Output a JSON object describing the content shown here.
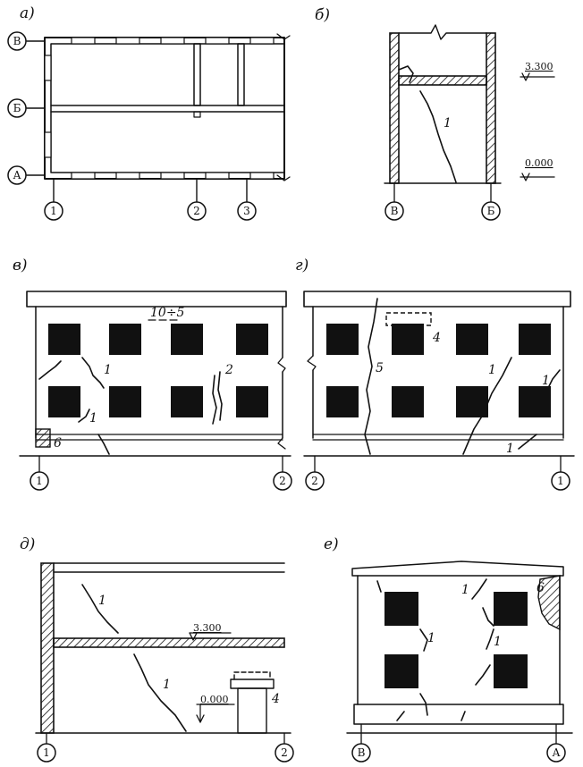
{
  "panels": {
    "a": {
      "label": "а)",
      "axes_left": [
        "В",
        "Б",
        "А"
      ],
      "axes_bottom": [
        "1",
        "2",
        "3"
      ]
    },
    "b": {
      "label": "б)",
      "axes": [
        "В",
        "Б"
      ],
      "level_top": "3.300",
      "level_bottom": "0.000",
      "crack": "1"
    },
    "v": {
      "label": "в)",
      "axes": [
        "1",
        "2"
      ],
      "note": "10÷5",
      "cracks": [
        "1",
        "1",
        "2"
      ],
      "marker": "6"
    },
    "g": {
      "label": "г)",
      "axes": [
        "2",
        "1"
      ],
      "cracks": [
        "5",
        "1",
        "1",
        "1"
      ],
      "marker": "4"
    },
    "d": {
      "label": "д)",
      "axes": [
        "1",
        "2"
      ],
      "level_top": "3.300",
      "level_bottom": "0.000",
      "cracks": [
        "1",
        "1"
      ],
      "marker": "4"
    },
    "e": {
      "label": "е)",
      "axes": [
        "В",
        "А"
      ],
      "cracks": [
        "1",
        "1",
        "1"
      ],
      "marker": "6"
    }
  }
}
